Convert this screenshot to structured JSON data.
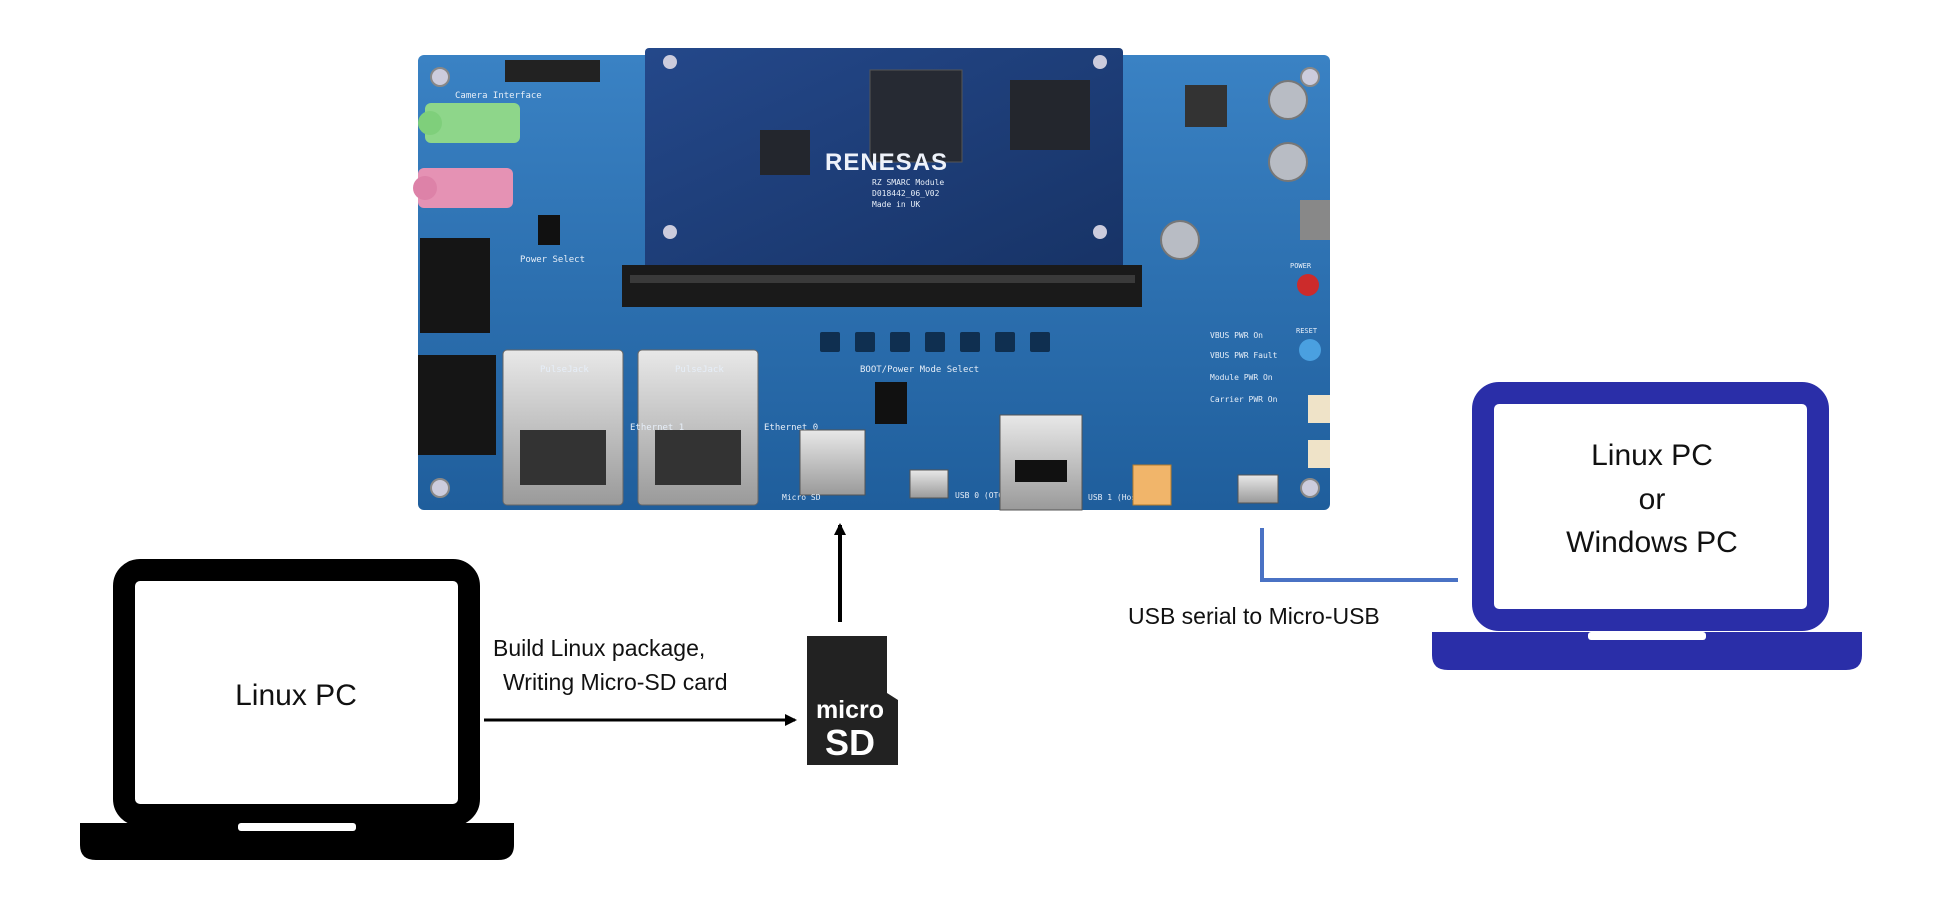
{
  "board": {
    "brand": "RENESAS",
    "module_line1": "RZ SMARC Module",
    "module_line2": "D018442_06_V02",
    "module_line3": "Made in UK",
    "silk_camera": "Camera Interface",
    "silk_power": "Power Select",
    "silk_boot": "BOOT/Power Mode Select",
    "silk_eth1": "Ethernet 1",
    "silk_eth0": "Ethernet 0",
    "silk_pulse1": "PulseJack",
    "silk_pulse2": "PulseJack",
    "silk_usb_otg": "USB 0 (OTG)",
    "silk_usb_host": "USB 1 (Host)",
    "silk_micro_sd": "Micro SD",
    "silk_vbus_on": "VBUS PWR On",
    "silk_vbus_fault": "VBUS PWR Fault",
    "silk_module_pwr": "Module PWR On",
    "silk_carrier_pwr": "Carrier PWR On",
    "silk_reset": "RESET",
    "silk_power_btn": "POWER"
  },
  "host_pc": {
    "label": "Linux PC"
  },
  "target_pc": {
    "label_line1": "Linux PC",
    "label_line2": "or",
    "label_line3": "Windows PC"
  },
  "sd_card": {
    "line1": "micro",
    "line2": "SD"
  },
  "arrows": {
    "build_line1": "Build Linux package,",
    "build_line2": "Writing Micro-SD card",
    "serial_label": "USB serial to Micro-USB"
  },
  "colors": {
    "host_laptop": "#000000",
    "target_laptop": "#2a2ea8",
    "serial_cable": "#4a72c4",
    "pcb": "#2a6fb0",
    "module": "#1d3d7a"
  }
}
